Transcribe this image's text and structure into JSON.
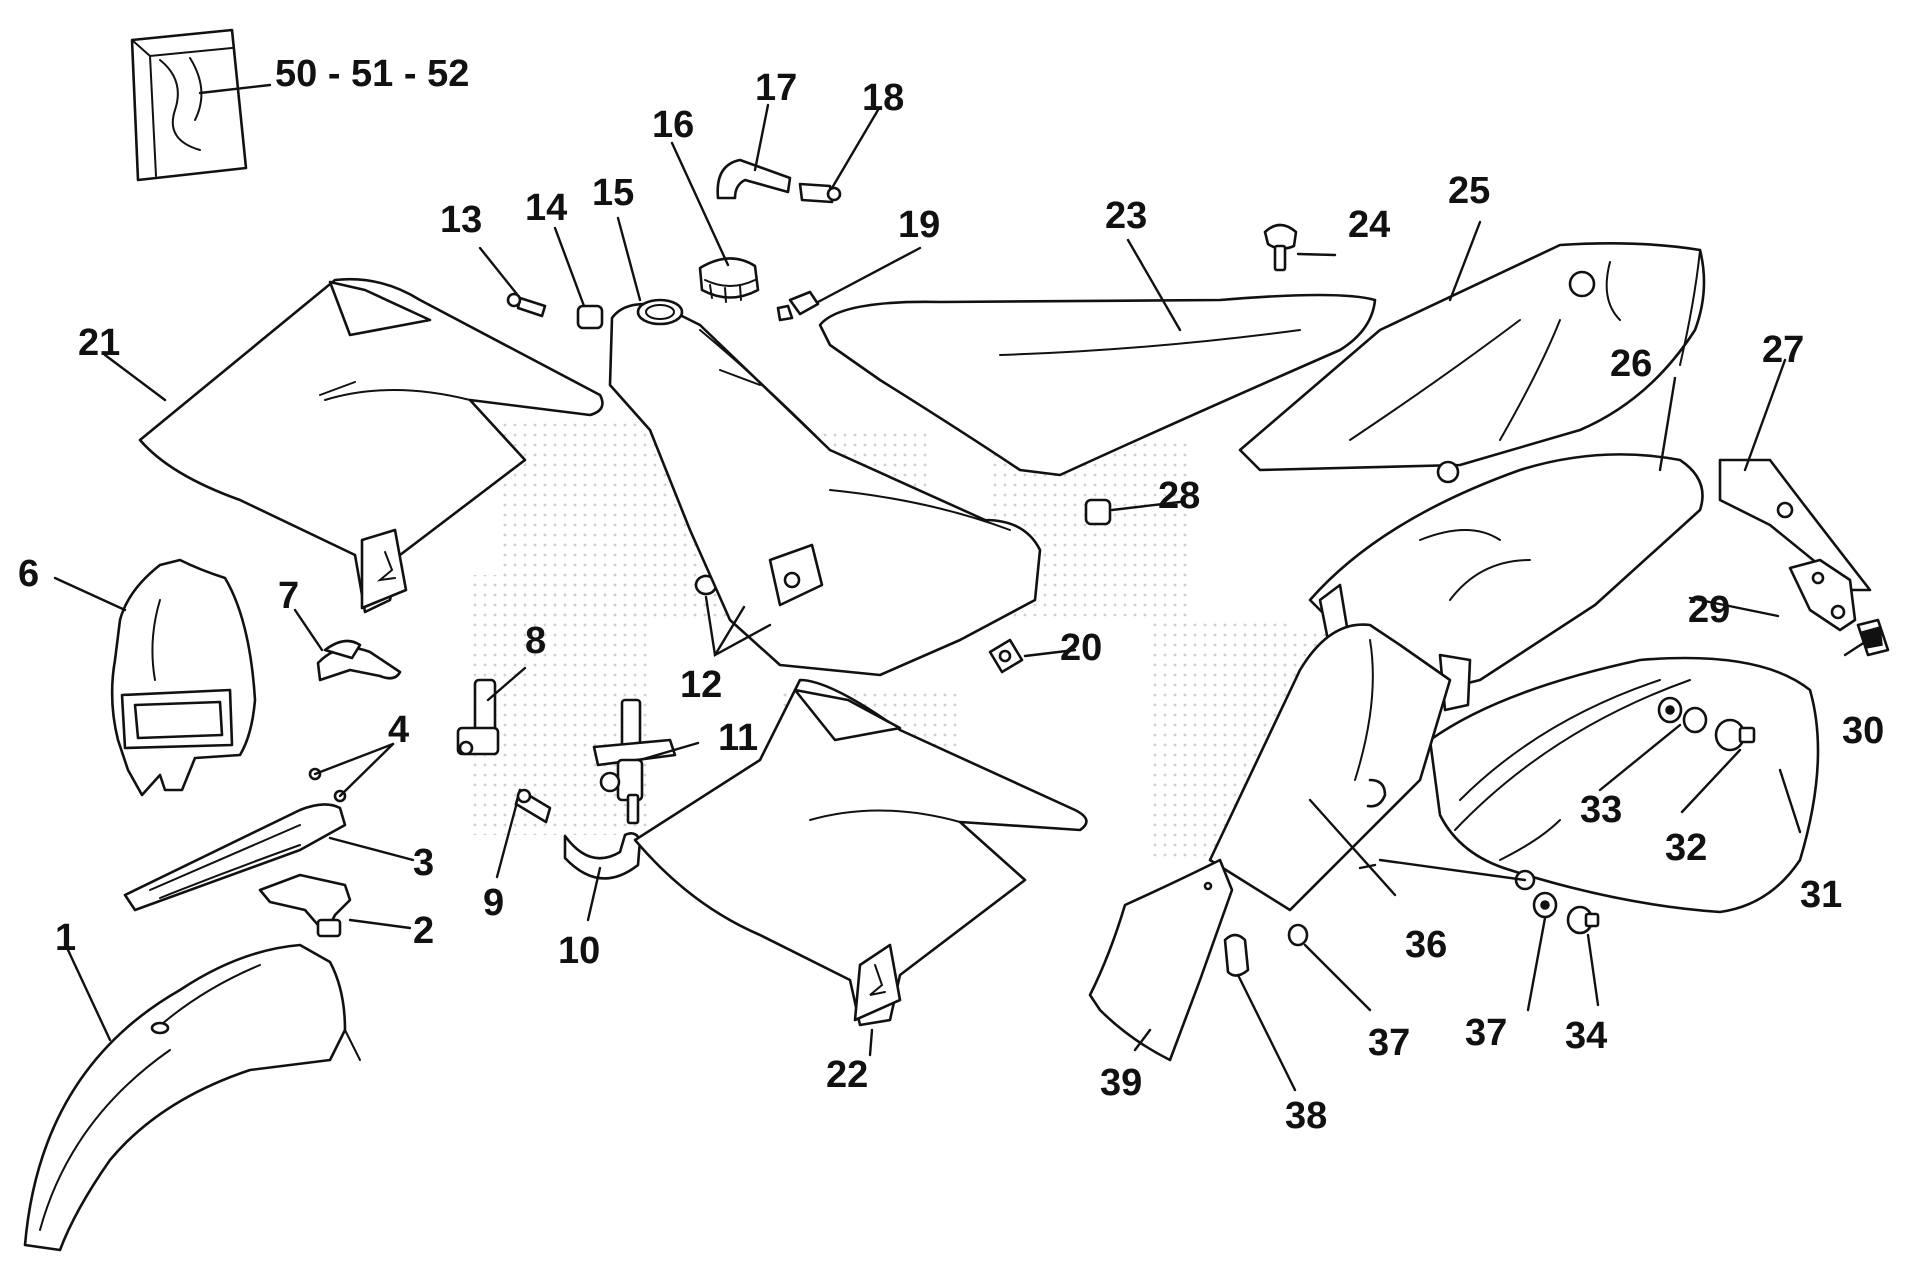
{
  "diagram": {
    "accent_color": "#111111",
    "background_color": "#ffffff",
    "callouts": {
      "c1": "1",
      "c2": "2",
      "c3": "3",
      "c4": "4",
      "c6": "6",
      "c7": "7",
      "c8": "8",
      "c9": "9",
      "c10": "10",
      "c11": "11",
      "c12": "12",
      "c13": "13",
      "c14": "14",
      "c15": "15",
      "c16": "16",
      "c17": "17",
      "c18": "18",
      "c19": "19",
      "c20": "20",
      "c21": "21",
      "c22": "22",
      "c23": "23",
      "c24": "24",
      "c25": "25",
      "c26": "26",
      "c27": "27",
      "c28": "28",
      "c29": "29",
      "c30": "30",
      "c31": "31",
      "c32": "32",
      "c33": "33",
      "c34": "34",
      "c36": "36",
      "c37a": "37",
      "c37b": "37",
      "c38": "38",
      "c39": "39",
      "c50": "50 - 51 - 52"
    }
  }
}
